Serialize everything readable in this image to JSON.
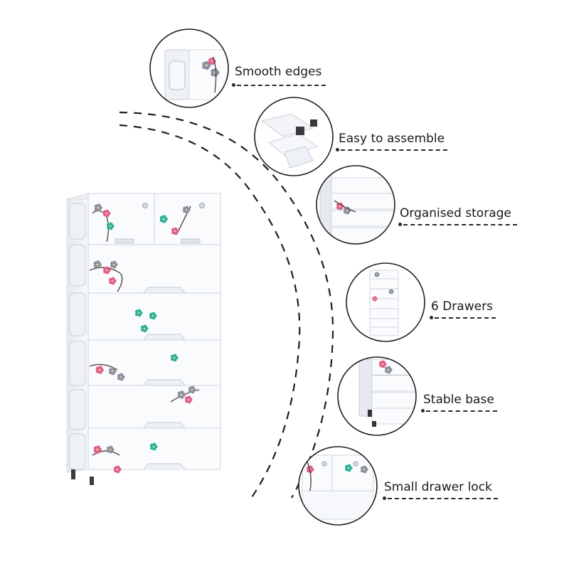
{
  "product": {
    "drawer_count": 6,
    "panel_color": "#f6f8fb",
    "edge_color": "#d9dde4",
    "blossom_colors": [
      "#8a8fa3",
      "#e05d8f",
      "#2bb39a",
      "#5a4a42"
    ]
  },
  "features": [
    {
      "id": "smooth-edges",
      "label": "Smooth edges",
      "thumbnail": "drawer-edge-closeup"
    },
    {
      "id": "easy-assemble",
      "label": "Easy to assemble",
      "thumbnail": "parts-closeup"
    },
    {
      "id": "organised-storage",
      "label": "Organised storage",
      "thumbnail": "drawers-closeup"
    },
    {
      "id": "six-drawers",
      "label": "6 Drawers",
      "thumbnail": "cabinet-full"
    },
    {
      "id": "stable-base",
      "label": "Stable base",
      "thumbnail": "base-closeup"
    },
    {
      "id": "small-drawer-lock",
      "label": "Small drawer lock",
      "thumbnail": "lock-closeup"
    }
  ]
}
